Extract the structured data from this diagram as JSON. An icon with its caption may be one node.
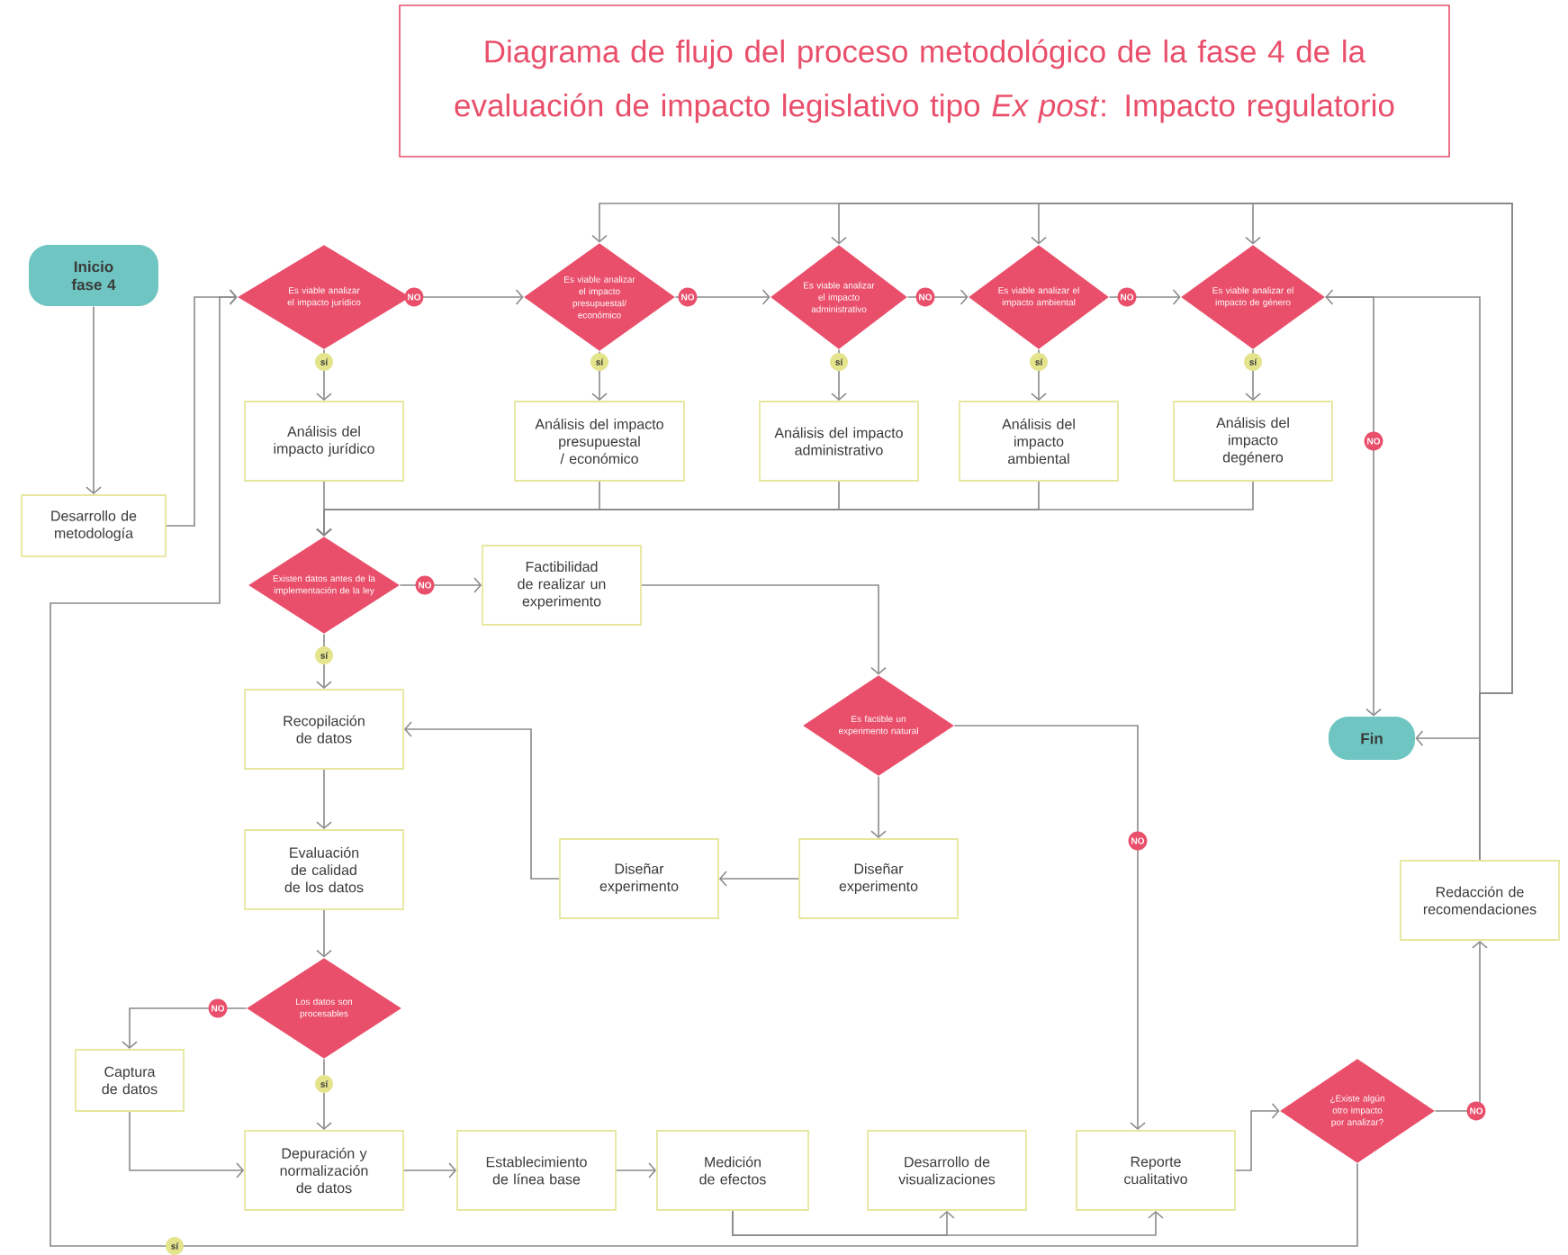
{
  "diagram": {
    "title": "Diagrama de flujo del proceso metodológico de la fase 4 de la evaluación de impacto legislativo tipo *Ex post*: Impacto regulatorio",
    "nodes": [
      {
        "text": [
          "Inicio fase 4"
        ]
      },
      {
        "text": [
          "Desarrollo de metodología"
        ]
      },
      {
        "text": [
          "Es viable analizar el impacto jurídico"
        ]
      },
      {
        "text": [
          "Es viable analizar el impacto presupuestal/ económico"
        ]
      },
      {
        "text": [
          "Es viable analizar el impacto administrativo"
        ]
      },
      {
        "text": [
          "Es viable analizar el impacto ambiental"
        ]
      },
      {
        "text": [
          "Es viable analizar el impacto de género"
        ]
      },
      {
        "text": [
          "Análisis del impacto jurídico"
        ]
      },
      {
        "text": [
          "Análisis del impacto presupuestal / económico"
        ]
      },
      {
        "text": [
          "Análisis del impacto administrativo"
        ]
      },
      {
        "text": [
          "Análisis del impacto ambiental"
        ]
      },
      {
        "text": [
          "Análisis del impacto degénero"
        ]
      },
      {
        "text": [
          "Existen datos antes de la implementación de la ley"
        ]
      },
      {
        "text": [
          "Factibilidad de realizar un experimento"
        ]
      },
      {
        "text": [
          "Es factible un experimento natural"
        ]
      },
      {
        "text": [
          "Recopilación de datos"
        ]
      },
      {
        "text": [
          "Diseñar experimento"
        ]
      },
      {
        "text": [
          "Diseñar experimento"
        ]
      },
      {
        "text": [
          "Evaluación de calidad de los datos"
        ]
      },
      {
        "text": [
          "Los datos son procesables"
        ]
      },
      {
        "text": [
          "Captura de datos"
        ]
      },
      {
        "text": [
          "Depuración y normalización de datos"
        ]
      },
      {
        "text": [
          "Establecimiento de línea base"
        ]
      },
      {
        "text": [
          "Medición de efectos"
        ]
      },
      {
        "text": [
          "Desarrollo de visualizaciones"
        ]
      },
      {
        "text": [
          "Reporte cualitativo"
        ]
      },
      {
        "text": [
          "¿Existe algún otro impacto por analizar?"
        ]
      },
      {
        "text": [
          "Redacción de recomendaciones"
        ]
      },
      {
        "text": [
          "Fin"
        ]
      }
    ],
    "edges": [
      {
        "from": 0,
        "to": 1,
        "arrow": "to"
      },
      {
        "from": 1,
        "to": 2,
        "arrow": "to"
      },
      {
        "from": 2,
        "to": 3,
        "arrow": "to",
        "label": "NO"
      },
      {
        "from": 3,
        "to": 4,
        "arrow": "to",
        "label": "NO"
      },
      {
        "from": 4,
        "to": 5,
        "arrow": "to",
        "label": "NO"
      },
      {
        "from": 5,
        "to": 6,
        "arrow": "to",
        "label": "NO"
      },
      {
        "from": 2,
        "to": 7,
        "arrow": "to",
        "label": "sí"
      },
      {
        "from": 3,
        "to": 8,
        "arrow": "to",
        "label": "sí"
      },
      {
        "from": 4,
        "to": 9,
        "arrow": "to",
        "label": "sí"
      },
      {
        "from": 5,
        "to": 10,
        "arrow": "to",
        "label": "sí"
      },
      {
        "from": 6,
        "to": 11,
        "arrow": "to",
        "label": "sí"
      },
      {
        "from": 7,
        "to": 12,
        "arrow": "to"
      },
      {
        "from": 8,
        "to": 12,
        "arrow": "to"
      },
      {
        "from": 9,
        "to": 12,
        "arrow": "to"
      },
      {
        "from": 10,
        "to": 12,
        "arrow": "to"
      },
      {
        "from": 11,
        "to": 12,
        "arrow": "to"
      },
      {
        "from": 12,
        "to": 13,
        "arrow": "to",
        "label": "NO"
      },
      {
        "from": 12,
        "to": 15,
        "arrow": "to",
        "label": "sí"
      },
      {
        "from": 13,
        "to": 14,
        "arrow": "to"
      },
      {
        "from": 14,
        "to": 16,
        "arrow": "to"
      },
      {
        "from": 14,
        "to": 25,
        "arrow": "to",
        "label": "NO"
      },
      {
        "from": 16,
        "to": 17,
        "arrow": "to"
      },
      {
        "from": 17,
        "to": 15,
        "arrow": "to"
      },
      {
        "from": 15,
        "to": 18,
        "arrow": "to"
      },
      {
        "from": 18,
        "to": 19,
        "arrow": "to"
      },
      {
        "from": 19,
        "to": 21,
        "arrow": "to",
        "label": "sí"
      },
      {
        "from": 19,
        "to": 20,
        "arrow": "to",
        "label": "NO"
      },
      {
        "from": 20,
        "to": 21,
        "arrow": "to"
      },
      {
        "from": 21,
        "to": 22,
        "arrow": "to"
      },
      {
        "from": 22,
        "to": 23,
        "arrow": "to"
      },
      {
        "from": 23,
        "to": 24,
        "arrow": "to"
      },
      {
        "from": 23,
        "to": 25,
        "arrow": "to"
      },
      {
        "from": 25,
        "to": 26,
        "arrow": "to"
      },
      {
        "from": 26,
        "to": 27,
        "arrow": "to",
        "label": "NO"
      },
      {
        "from": 26,
        "to": 2,
        "arrow": "to",
        "label": "sí"
      },
      {
        "from": 27,
        "to": 28,
        "arrow": "to"
      },
      {
        "from": 27,
        "to": 6,
        "arrow": "to"
      },
      {
        "from": 27,
        "to": 3,
        "arrow": "to"
      },
      {
        "from": 27,
        "to": 4,
        "arrow": "to"
      },
      {
        "from": 27,
        "to": 5,
        "arrow": "to"
      },
      {
        "from": 27,
        "to": 6,
        "arrow": "to"
      },
      {
        "from": 6,
        "to": 28,
        "arrow": "to",
        "label": "NO"
      }
    ]
  }
}
